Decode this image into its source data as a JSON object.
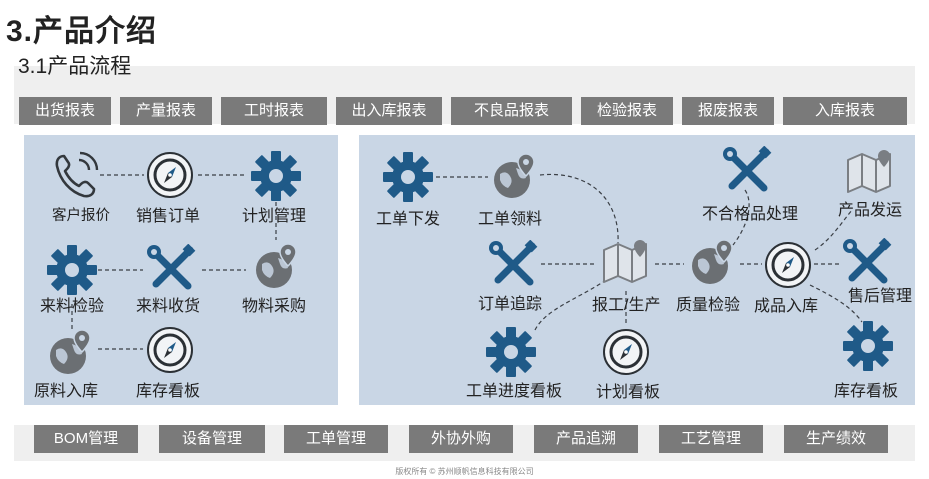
{
  "heading": {
    "title": "3.产品介绍",
    "subtitle": "3.1产品流程"
  },
  "top_reports": [
    "出货报表",
    "产量报表",
    "工时报表",
    "出入库报表",
    "不良品报表",
    "检验报表",
    "报废报表",
    "入库报表"
  ],
  "bottom_modules": [
    "BOM管理",
    "设备管理",
    "工单管理",
    "外协外购",
    "产品追溯",
    "工艺管理",
    "生产绩效"
  ],
  "left_flow": {
    "quote": "客户报价",
    "sales_order": "销售订单",
    "plan_mgmt": "计划管理",
    "incoming_inspect": "来料检验",
    "receiving": "来料收货",
    "purchase": "物料采购",
    "raw_stock_in": "原料入库",
    "inventory_board": "库存看板"
  },
  "right_flow": {
    "wo_issue": "工单下发",
    "wo_material": "工单领料",
    "nonconform": "不合格品处理",
    "ship": "产品发运",
    "order_track": "订单追踪",
    "report_prod": "报工/生产",
    "qc": "质量检验",
    "fg_stock_in": "成品入库",
    "after_sales": "售后管理",
    "wo_progress_board": "工单进度看板",
    "plan_board": "计划看板",
    "inventory_board": "库存看板"
  },
  "footer": "版权所有 © 苏州顺帆信息科技有限公司",
  "colors": {
    "panel": "#c9d6e5",
    "tag": "#7a7a7a",
    "icon_blue": "#1f5a88",
    "icon_gray": "#6b6f73",
    "band": "#efefef"
  }
}
